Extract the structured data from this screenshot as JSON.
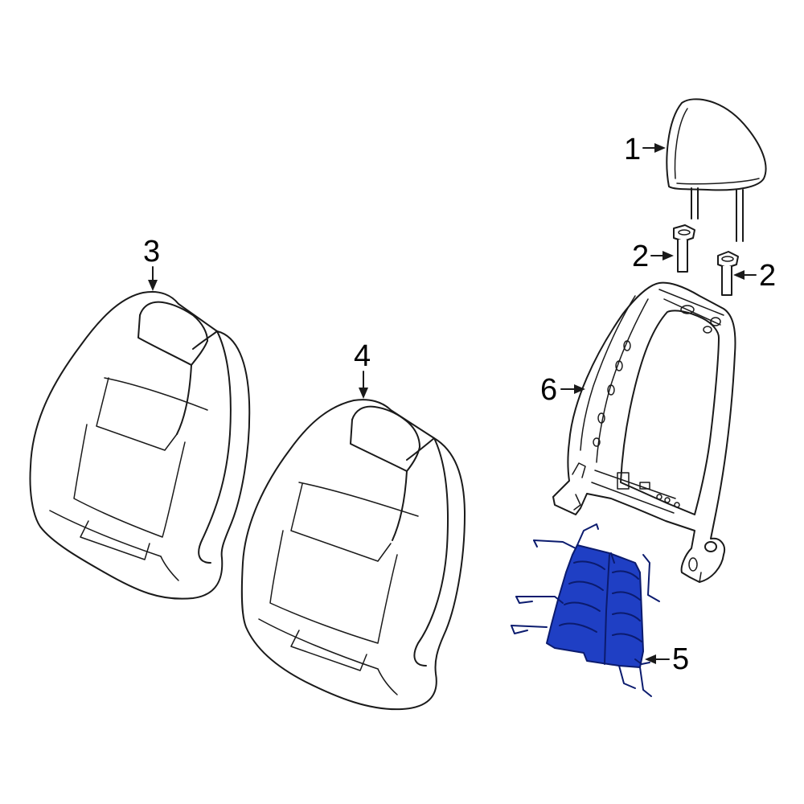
{
  "diagram": {
    "callouts": [
      {
        "id": "c1",
        "text": "1",
        "part": "headrest"
      },
      {
        "id": "c2a",
        "text": "2",
        "part": "headrest-guide-left"
      },
      {
        "id": "c2b",
        "text": "2",
        "part": "headrest-guide-right"
      },
      {
        "id": "c3",
        "text": "3",
        "part": "seat-back-cover"
      },
      {
        "id": "c4",
        "text": "4",
        "part": "seat-back-pad"
      },
      {
        "id": "c5",
        "text": "5",
        "part": "lumbar-support"
      },
      {
        "id": "c6",
        "text": "6",
        "part": "seat-back-frame"
      }
    ],
    "colors": {
      "line": "#1a1a1a",
      "highlight_fill": "#1f3fc4",
      "highlight_stroke": "#0b1b6e",
      "background": "#ffffff"
    }
  }
}
